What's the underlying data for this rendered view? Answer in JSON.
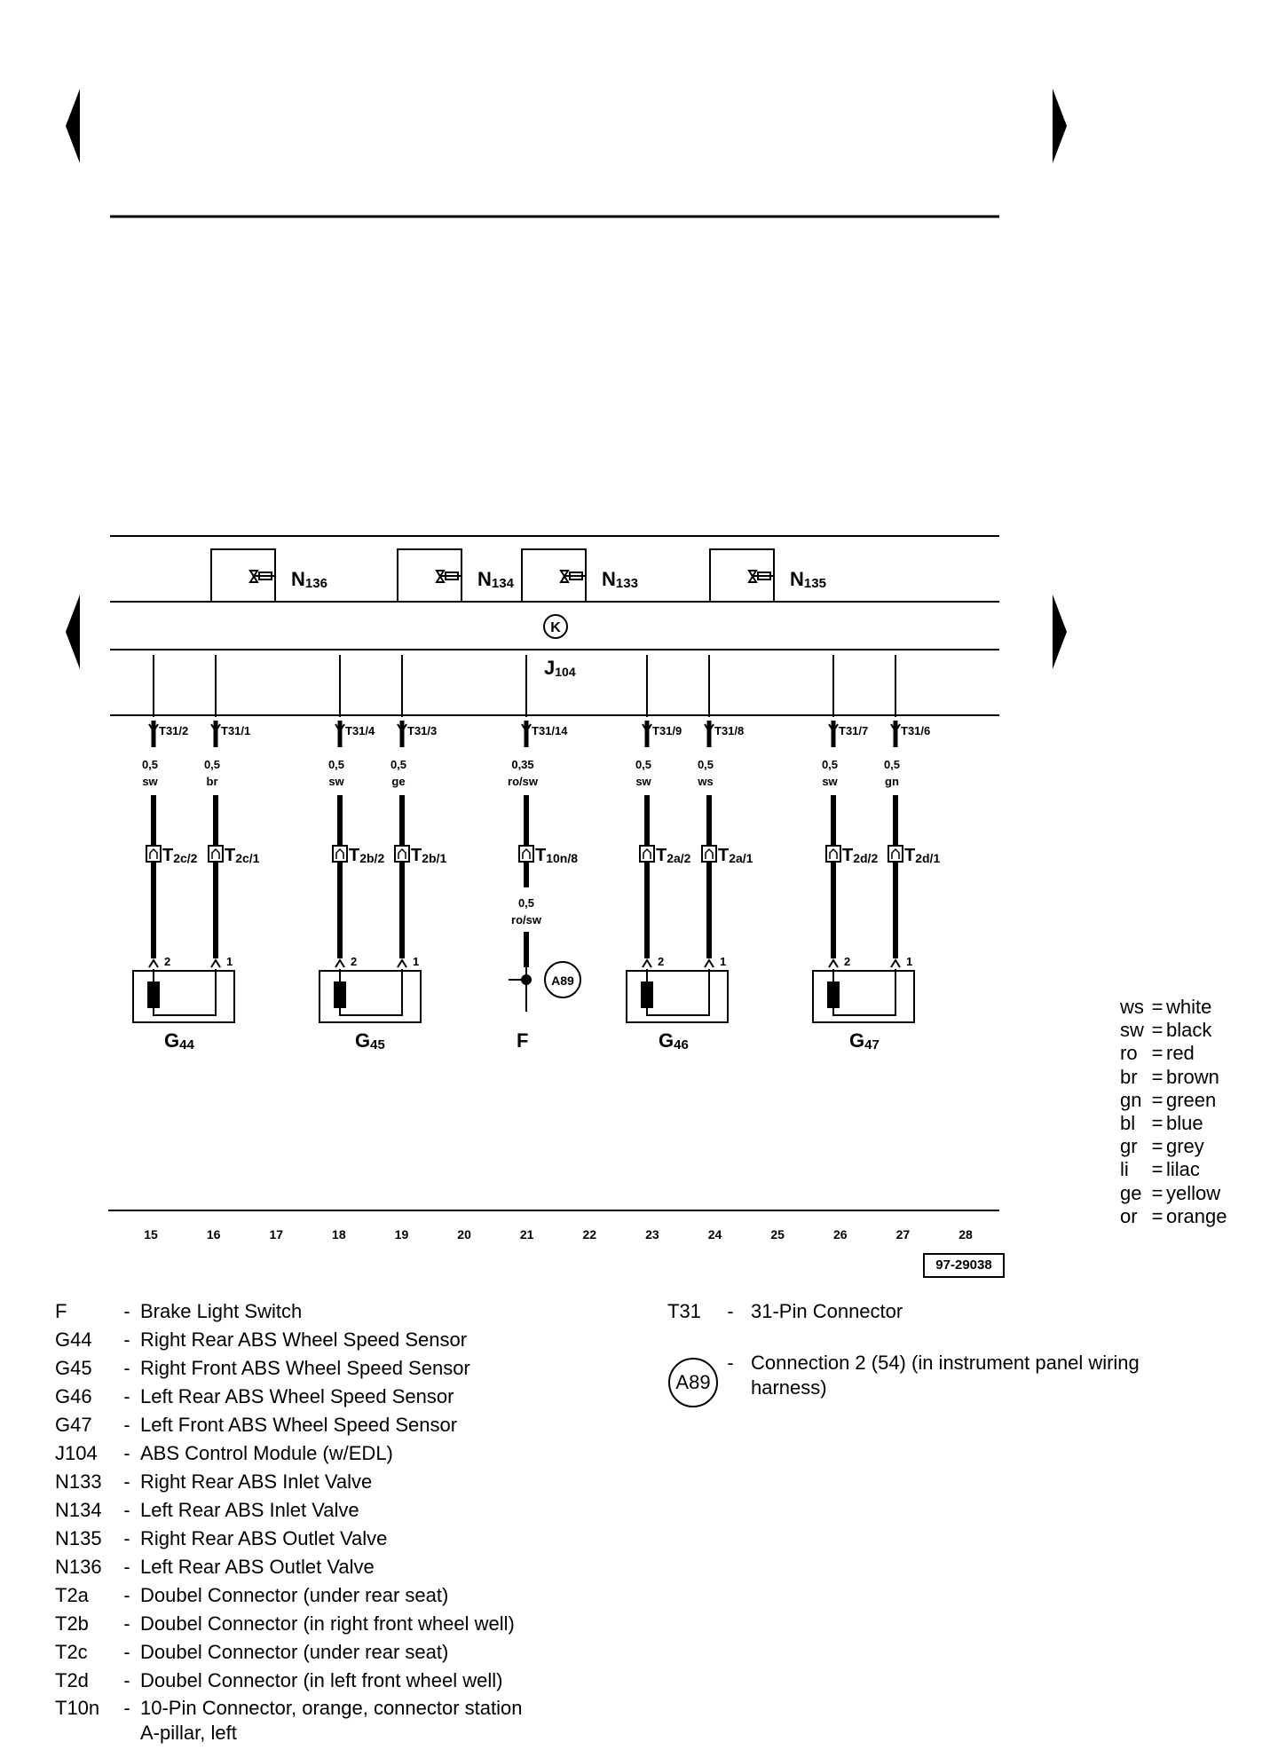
{
  "components_top": [
    {
      "code": "N",
      "sub": "136"
    },
    {
      "code": "N",
      "sub": "134"
    },
    {
      "code": "N",
      "sub": "133"
    },
    {
      "code": "N",
      "sub": "135"
    }
  ],
  "ground_symbol": "K",
  "module": {
    "code": "J",
    "sub": "104"
  },
  "pins": [
    {
      "pin": "T31/2",
      "gauge": "0,5",
      "color": "sw",
      "conn": "T",
      "conn_sub": "2c/2"
    },
    {
      "pin": "T31/1",
      "gauge": "0,5",
      "color": "br",
      "conn": "T",
      "conn_sub": "2c/1"
    },
    {
      "pin": "T31/4",
      "gauge": "0,5",
      "color": "sw",
      "conn": "T",
      "conn_sub": "2b/2"
    },
    {
      "pin": "T31/3",
      "gauge": "0,5",
      "color": "ge",
      "conn": "T",
      "conn_sub": "2b/1"
    },
    {
      "pin": "T31/14",
      "gauge": "0,35",
      "color": "ro/sw",
      "conn": "T",
      "conn_sub": "10n/8"
    },
    {
      "pin": "T31/9",
      "gauge": "0,5",
      "color": "sw",
      "conn": "T",
      "conn_sub": "2a/2"
    },
    {
      "pin": "T31/8",
      "gauge": "0,5",
      "color": "ws",
      "conn": "T",
      "conn_sub": "2a/1"
    },
    {
      "pin": "T31/7",
      "gauge": "0,5",
      "color": "sw",
      "conn": "T",
      "conn_sub": "2d/2"
    },
    {
      "pin": "T31/6",
      "gauge": "0,5",
      "color": "gn",
      "conn": "T",
      "conn_sub": "2d/1"
    }
  ],
  "lower_wire": {
    "gauge": "0,5",
    "color": "ro/sw"
  },
  "sensor_pins": [
    "2",
    "1"
  ],
  "sensors": [
    {
      "code": "G",
      "sub": "44"
    },
    {
      "code": "G",
      "sub": "45"
    },
    {
      "code": "F",
      "sub": ""
    },
    {
      "code": "G",
      "sub": "46"
    },
    {
      "code": "G",
      "sub": "47"
    }
  ],
  "connection_label": "A89",
  "track_numbers": [
    "15",
    "16",
    "17",
    "18",
    "19",
    "20",
    "21",
    "22",
    "23",
    "24",
    "25",
    "26",
    "27",
    "28"
  ],
  "ref_number": "97-29038",
  "color_legend": [
    {
      "code": "ws",
      "name": "white"
    },
    {
      "code": "sw",
      "name": "black"
    },
    {
      "code": "ro",
      "name": "red"
    },
    {
      "code": "br",
      "name": "brown"
    },
    {
      "code": "gn",
      "name": "green"
    },
    {
      "code": "bl",
      "name": "blue"
    },
    {
      "code": "gr",
      "name": "grey"
    },
    {
      "code": "li",
      "name": "lilac"
    },
    {
      "code": "ge",
      "name": "yellow"
    },
    {
      "code": "or",
      "name": "orange"
    }
  ],
  "key_left": [
    {
      "code": "F",
      "dash": "-",
      "text": "Brake Light Switch"
    },
    {
      "code": "G44",
      "dash": "-",
      "text": "Right Rear ABS Wheel Speed Sensor"
    },
    {
      "code": "G45",
      "dash": "-",
      "text": "Right Front ABS Wheel Speed Sensor"
    },
    {
      "code": "G46",
      "dash": "-",
      "text": "Left Rear ABS Wheel Speed Sensor"
    },
    {
      "code": "G47",
      "dash": "-",
      "text": "Left Front ABS Wheel Speed Sensor"
    },
    {
      "code": "J104",
      "dash": "-",
      "text": "ABS Control Module (w/EDL)"
    },
    {
      "code": "N133",
      "dash": "-",
      "text": "Right Rear ABS Inlet Valve"
    },
    {
      "code": "N134",
      "dash": "-",
      "text": "Left Rear ABS Inlet Valve"
    },
    {
      "code": "N135",
      "dash": "-",
      "text": "Right Rear ABS Outlet Valve"
    },
    {
      "code": "N136",
      "dash": "-",
      "text": "Left Rear ABS Outlet Valve"
    },
    {
      "code": "T2a",
      "dash": "-",
      "text": "Doubel Connector (under rear seat)"
    },
    {
      "code": "T2b",
      "dash": "-",
      "text": "Doubel Connector (in right front wheel well)"
    },
    {
      "code": "T2c",
      "dash": "-",
      "text": "Doubel Connector (under rear seat)"
    },
    {
      "code": "T2d",
      "dash": "-",
      "text": "Doubel Connector (in left front wheel well)"
    },
    {
      "code": "T10n",
      "dash": "-",
      "text": "10-Pin Connector, orange, connector station"
    },
    {
      "code": "",
      "dash": "",
      "text": "A-pillar, left"
    }
  ],
  "key_right": [
    {
      "code": "T31",
      "dash": "-",
      "text": "31-Pin Connector"
    },
    {
      "code": "",
      "dash": "-",
      "text": "Connection 2 (54) (in instrument panel wiring"
    },
    {
      "code": "",
      "dash": "",
      "text": "harness)"
    }
  ]
}
